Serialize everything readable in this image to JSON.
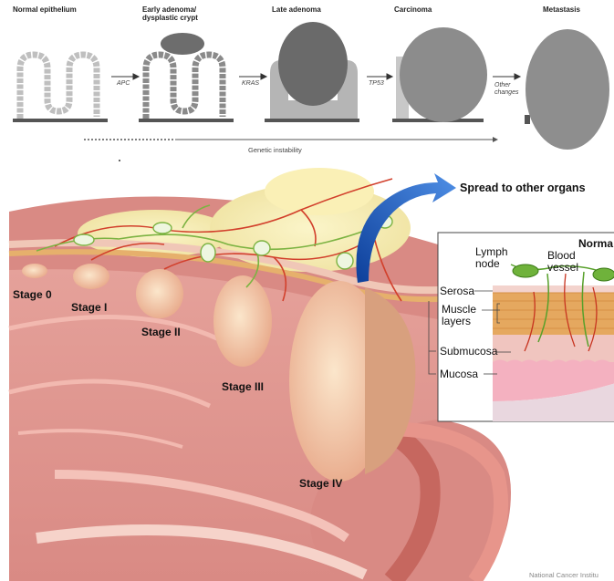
{
  "progression": {
    "stages": [
      "Normal epithelium",
      "Early adenoma/\ndysplastic crypt",
      "Late adenoma",
      "Carcinoma",
      "Metastasis"
    ],
    "mutations": [
      "APC",
      "KRAS",
      "TP53",
      "Other\nchanges"
    ],
    "genetic_instability": "Genetic instability"
  },
  "colon": {
    "stages": [
      "Stage 0",
      "Stage I",
      "Stage II",
      "Stage III",
      "Stage IV"
    ],
    "spread_label": "Spread to other organs"
  },
  "inset": {
    "title": "Norma",
    "lymph_node": "Lymph\nnode",
    "blood_vessel": "Blood\nvessel",
    "layers": [
      "Serosa",
      "Muscle\nlayers",
      "Submucosa",
      "Mucosa"
    ]
  },
  "credit": "National Cancer Institu",
  "colors": {
    "tissue": "#e9a59a",
    "tissue_dark": "#c96f66",
    "fat": "#f3e6a0",
    "tumor": "#f4c9a2",
    "arrow": "#1d57b8",
    "nerve": "#7cb342"
  }
}
